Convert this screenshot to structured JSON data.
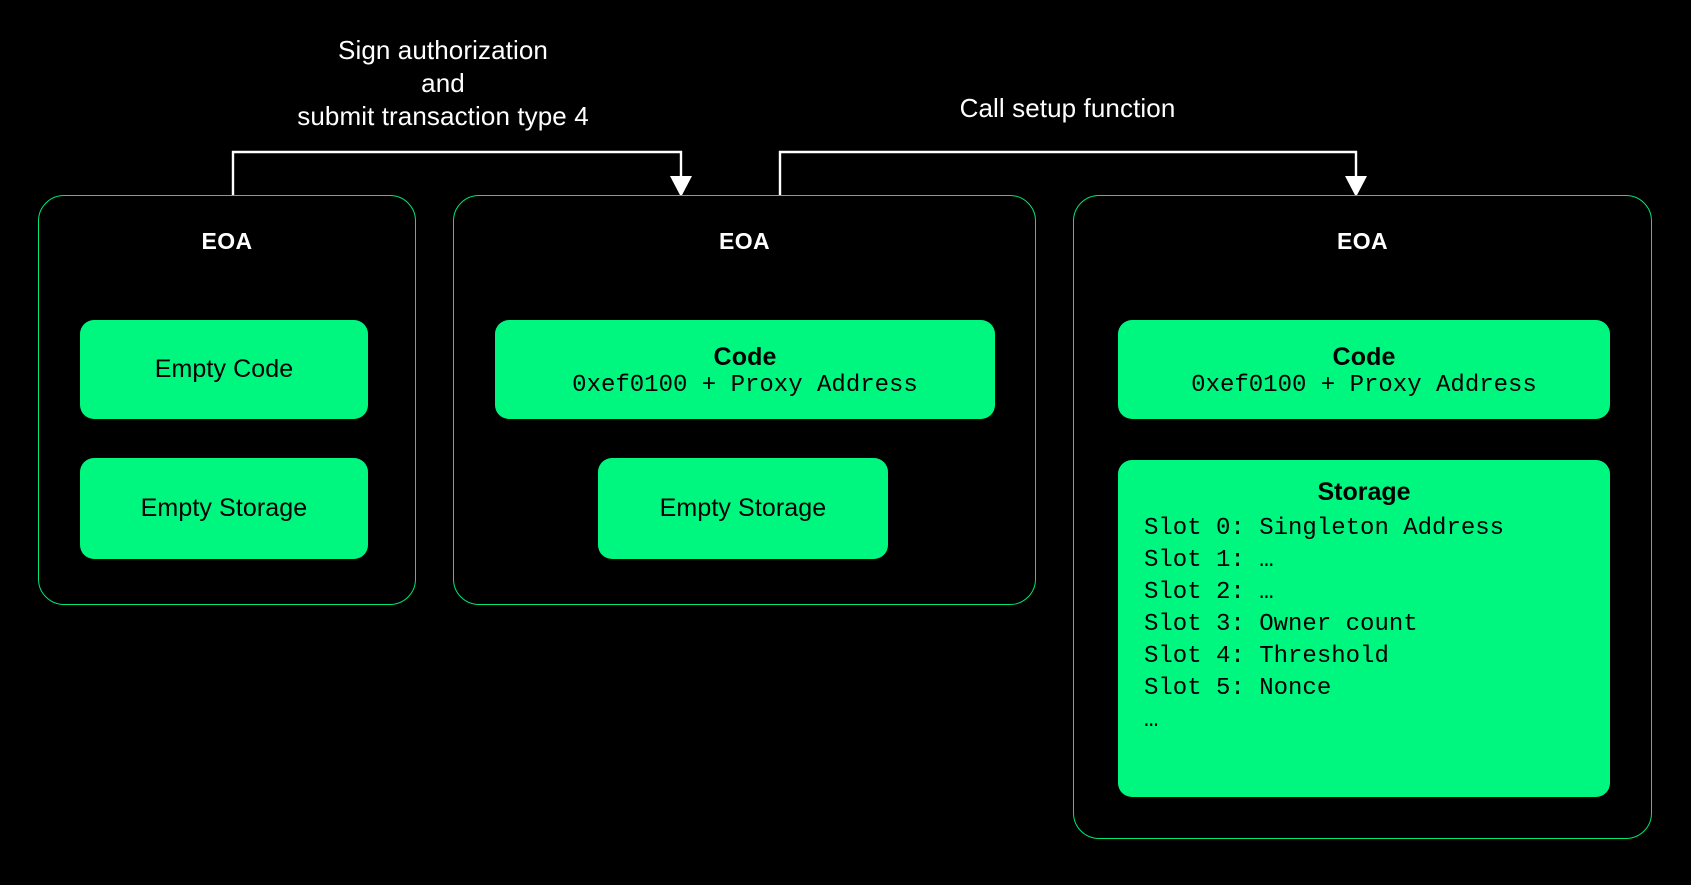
{
  "canvas": {
    "background": "#000000",
    "accent_green": "#00f77f",
    "border_green": "#00e676",
    "line_white": "#ffffff"
  },
  "flows": [
    {
      "label": "Sign authorization\nand\nsubmit transaction type 4",
      "from_card": "eoa-card-0",
      "to_card": "eoa-card-1"
    },
    {
      "label": "Call setup function",
      "from_card": "eoa-card-1",
      "to_card": "eoa-card-2"
    }
  ],
  "cards": [
    {
      "title": "EOA",
      "blocks": [
        {
          "label": "Empty Code"
        },
        {
          "label": "Empty Storage"
        }
      ]
    },
    {
      "title": "EOA",
      "blocks": [
        {
          "label": "Code",
          "sub": "0xef0100 + Proxy Address"
        },
        {
          "label": "Empty Storage"
        }
      ]
    },
    {
      "title": "EOA",
      "blocks": [
        {
          "label": "Code",
          "sub": "0xef0100 + Proxy Address"
        },
        {
          "label": "Storage",
          "lines": [
            "Slot 0: Singleton Address",
            "Slot 1: …",
            "Slot 2: …",
            "Slot 3: Owner count",
            "Slot 4: Threshold",
            "Slot 5: Nonce",
            "…"
          ]
        }
      ]
    }
  ]
}
